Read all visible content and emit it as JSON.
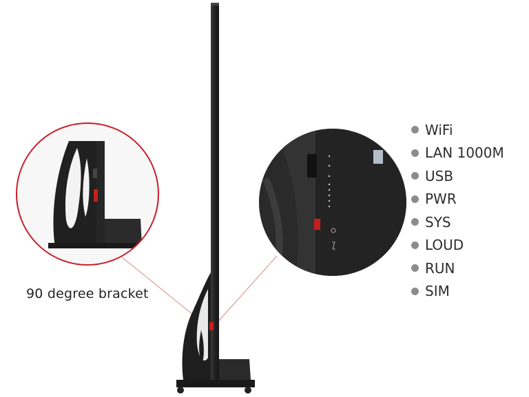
{
  "caption": "90 degree bracket",
  "ports": [
    "WiFi",
    "LAN 1000M",
    "USB",
    "PWR",
    "SYS",
    "LOUD",
    "RUN",
    "SIM"
  ],
  "colors": {
    "callout_ring": "#c8202e",
    "stand": "#1f1f1f",
    "bullet": "#8c8c8c",
    "text": "#2d2d2d"
  }
}
